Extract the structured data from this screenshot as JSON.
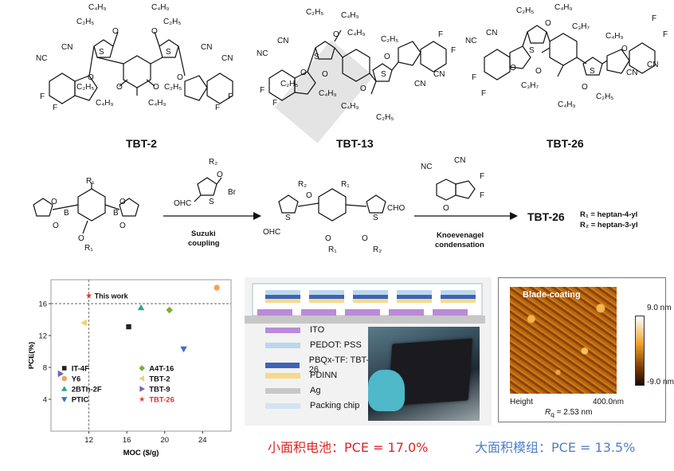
{
  "molecules": {
    "tbt2": {
      "label": "TBT-2"
    },
    "tbt13": {
      "label": "TBT-13"
    },
    "tbt26": {
      "label": "TBT-26"
    }
  },
  "chem_text": {
    "cn": "CN",
    "nc": "NC",
    "f": "F",
    "o": "O",
    "s": "S",
    "b": "B",
    "br": "Br",
    "c2h5": "C₂H₅",
    "c4h9": "C₄H₉",
    "c3h7": "C₃H₇",
    "r1": "R₁",
    "r2": "R₂",
    "ohc": "OHC",
    "cho": "CHO",
    "c4h9_top": "C₄H₉"
  },
  "synthesis": {
    "suzuki_line1": "Suzuki",
    "suzuki_line2": "coupling",
    "knoev_line1": "Knoevenagel",
    "knoev_line2": "condensation",
    "product": "TBT-26",
    "r1_def": "R₁ = heptan-4-yl",
    "r2_def": "R₂ = heptan-3-yl"
  },
  "chart_data": {
    "type": "scatter",
    "xlabel": "MOC ($/g)",
    "ylabel": "PCE(%)",
    "xlim": [
      8,
      27
    ],
    "ylim": [
      0,
      19
    ],
    "xticks": [
      12,
      16,
      20,
      24
    ],
    "yticks": [
      4,
      8,
      12,
      16
    ],
    "reference_lines": {
      "x": 12,
      "y": 16
    },
    "annotation": "This work",
    "series": [
      {
        "name": "IT-4F",
        "marker": "square",
        "color": "#222222",
        "x": 16.2,
        "y": 13.1
      },
      {
        "name": "Y6",
        "marker": "circle",
        "color": "#f2a45c",
        "x": 25.5,
        "y": 18.0
      },
      {
        "name": "2BTh-2F",
        "marker": "triangle-up",
        "color": "#2fa58a",
        "x": 17.5,
        "y": 15.5
      },
      {
        "name": "PTIC",
        "marker": "triangle-down",
        "color": "#3f6cc8",
        "x": 22.0,
        "y": 10.3
      },
      {
        "name": "A4T-16",
        "marker": "diamond",
        "color": "#78ad3e",
        "x": 20.5,
        "y": 15.2
      },
      {
        "name": "TBT-2",
        "marker": "triangle-left",
        "color": "#f0cf6a",
        "x": 11.5,
        "y": 13.6
      },
      {
        "name": "TBT-9",
        "marker": "triangle-right",
        "color": "#7562bd",
        "x": 9.0,
        "y": 7.2
      },
      {
        "name": "TBT-26",
        "marker": "star",
        "color": "#e03030",
        "x": 12.0,
        "y": 17.0
      }
    ]
  },
  "device": {
    "layers": [
      {
        "name": "ITO",
        "color": "#b98ad9"
      },
      {
        "name": "PEDOT: PSS",
        "color": "#bcd6ee"
      },
      {
        "name": "PBQx-TF: TBT-26",
        "color": "#3d63b5"
      },
      {
        "name": "PDINN",
        "color": "#f6d98b"
      },
      {
        "name": "Ag",
        "color": "#c7c7c7"
      },
      {
        "name": "Packing chip",
        "color": "#d2e4f4"
      }
    ]
  },
  "afm": {
    "title": "Blade-coating",
    "scale_max": "9.0 nm",
    "scale_min": "-9.0 nm",
    "height_label": "Height",
    "size_label": "400.0nm",
    "rq": "R",
    "rq_sub": "q",
    "rq_value": " = 2.53 nm"
  },
  "results": {
    "small_cell": "小面积电池：PCE = 17.0%",
    "small_color": "#e02424",
    "module": "大面积模组：PCE = 13.5%",
    "module_color": "#4f7fc9"
  }
}
